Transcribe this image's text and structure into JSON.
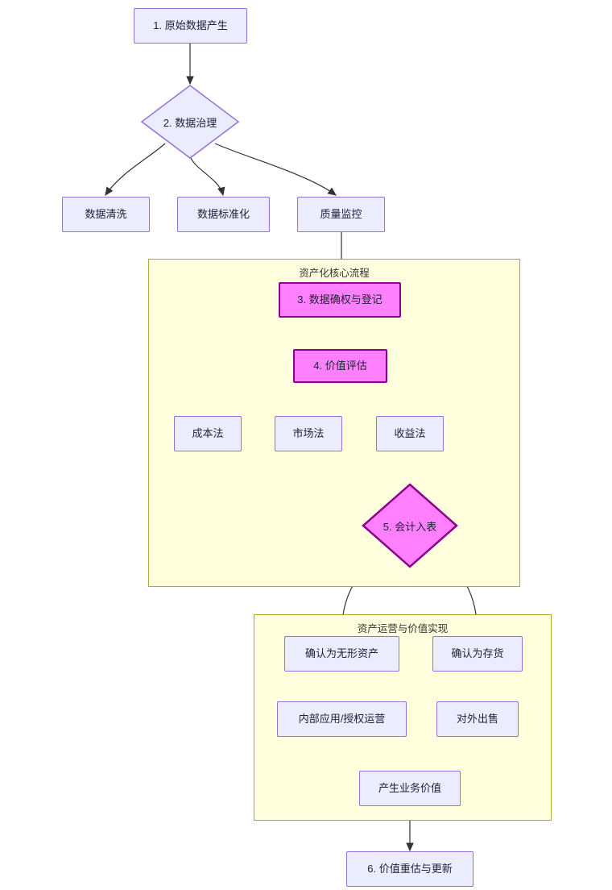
{
  "diagram": {
    "type": "flowchart",
    "direction": "top-down",
    "background": "#ffffff",
    "palette": {
      "node_fill": "#ececff",
      "node_stroke": "#9370db",
      "highlight_fill": "#ff80ff",
      "highlight_stroke": "#8b008b",
      "subgraph_fill": "#ffffde",
      "subgraph_stroke": "#aaaa33",
      "edge_stroke": "#333333",
      "text": "#1f1f33"
    },
    "subgraphs": [
      {
        "id": "sg-core",
        "title": "资产化核心流程"
      },
      {
        "id": "sg-ops",
        "title": "资产运营与价值实现"
      }
    ],
    "nodes": [
      {
        "id": "n1",
        "label": "1. 原始数据产生",
        "shape": "rect",
        "style": "normal"
      },
      {
        "id": "n2",
        "label": "2. 数据治理",
        "shape": "diamond",
        "style": "normal"
      },
      {
        "id": "n2a",
        "label": "数据清洗",
        "shape": "rect",
        "style": "normal"
      },
      {
        "id": "n2b",
        "label": "数据标准化",
        "shape": "rect",
        "style": "normal"
      },
      {
        "id": "n2c",
        "label": "质量监控",
        "shape": "rect",
        "style": "normal"
      },
      {
        "id": "n3",
        "label": "3. 数据确权与登记",
        "shape": "rect",
        "style": "highlight"
      },
      {
        "id": "n4",
        "label": "4. 价值评估",
        "shape": "rect",
        "style": "highlight"
      },
      {
        "id": "n4a",
        "label": "成本法",
        "shape": "rect",
        "style": "normal"
      },
      {
        "id": "n4b",
        "label": "市场法",
        "shape": "rect",
        "style": "normal"
      },
      {
        "id": "n4c",
        "label": "收益法",
        "shape": "rect",
        "style": "normal"
      },
      {
        "id": "n5",
        "label": "5. 会计入表",
        "shape": "diamond",
        "style": "highlight"
      },
      {
        "id": "n5a",
        "label": "确认为无形资产",
        "shape": "rect",
        "style": "normal"
      },
      {
        "id": "n5b",
        "label": "确认为存货",
        "shape": "rect",
        "style": "normal"
      },
      {
        "id": "n6a",
        "label": "内部应用/授权运营",
        "shape": "rect",
        "style": "normal"
      },
      {
        "id": "n6b",
        "label": "对外出售",
        "shape": "rect",
        "style": "normal"
      },
      {
        "id": "n7",
        "label": "产生业务价值",
        "shape": "rect",
        "style": "normal"
      },
      {
        "id": "n8",
        "label": "6. 价值重估与更新",
        "shape": "rect",
        "style": "normal"
      }
    ],
    "edges": [
      {
        "from": "n1",
        "to": "n2"
      },
      {
        "from": "n2",
        "to": "n2a"
      },
      {
        "from": "n2",
        "to": "n2b"
      },
      {
        "from": "n2",
        "to": "n2c"
      },
      {
        "from": "n2c",
        "to": "n3"
      },
      {
        "from": "n3",
        "to": "n4"
      },
      {
        "from": "n4",
        "to": "n4a"
      },
      {
        "from": "n4",
        "to": "n4b"
      },
      {
        "from": "n4",
        "to": "n4c"
      },
      {
        "from": "n4c",
        "to": "n5"
      },
      {
        "from": "n5",
        "to": "n5a"
      },
      {
        "from": "n5",
        "to": "n5b"
      },
      {
        "from": "n5a",
        "to": "n6a"
      },
      {
        "from": "n5b",
        "to": "n6b"
      },
      {
        "from": "n6a",
        "to": "n7"
      },
      {
        "from": "n6b",
        "to": "n7"
      },
      {
        "from": "n7",
        "to": "n8"
      }
    ]
  }
}
